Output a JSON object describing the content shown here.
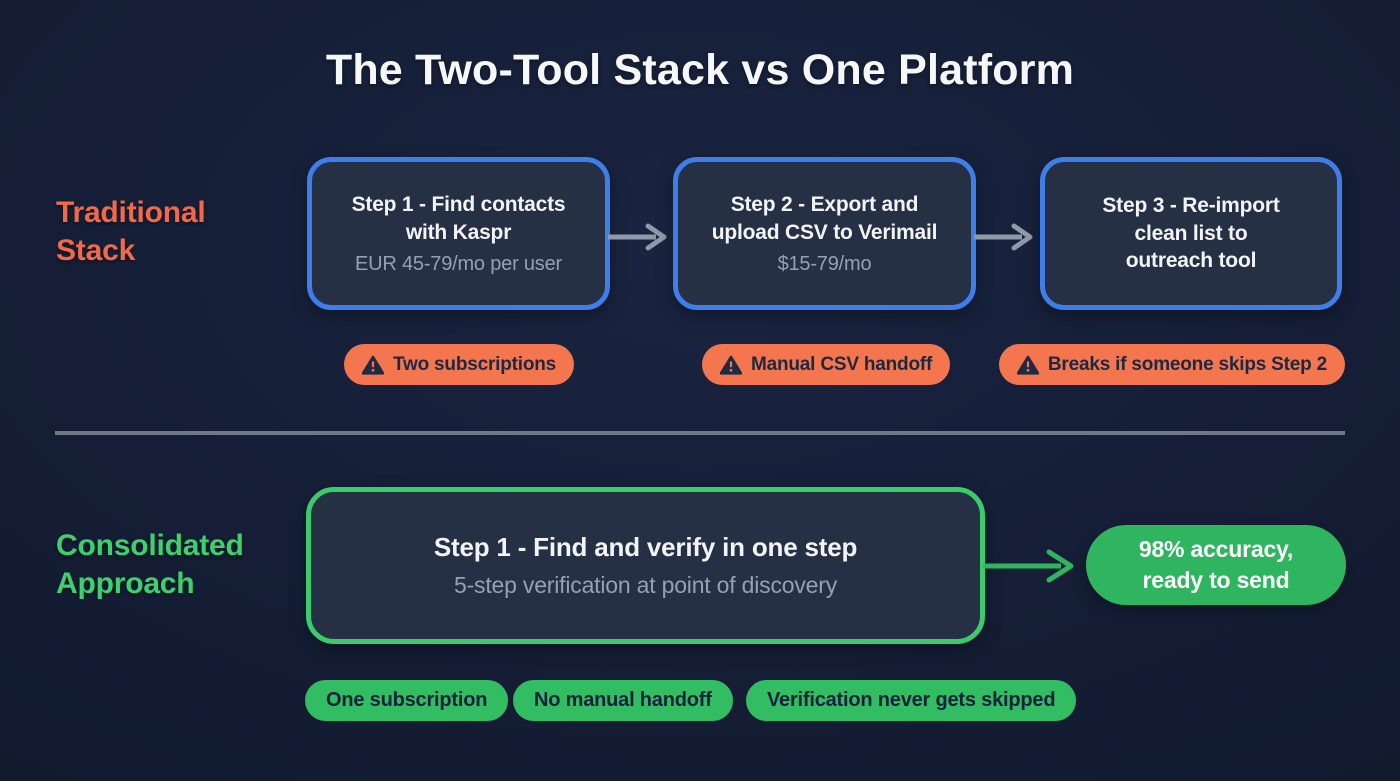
{
  "title": "The Two-Tool Stack vs One Platform",
  "colors": {
    "background": "#141d34",
    "panel_fill": "#253044",
    "blue_border": "#3f7de8",
    "orange_accent": "#f2694a",
    "orange_badge": "#f4764f",
    "green_accent": "#3dd16e",
    "green_border": "#3acb6b",
    "green_pill": "#2fb55f",
    "gray_arrow": "#8f99a9",
    "divider": "#6f7887",
    "subtext": "#95a0b3"
  },
  "icons": {
    "warning": "warning-triangle",
    "step_arrow": "arrow-right"
  },
  "traditional": {
    "label": "Traditional\nStack",
    "steps": [
      {
        "title": "Step 1 - Find contacts\nwith Kaspr",
        "subtitle": "EUR 45-79/mo per user"
      },
      {
        "title": "Step 2 - Export and\nupload CSV to Verimail",
        "subtitle": "$15-79/mo"
      },
      {
        "title": "Step 3 - Re-import\nclean list to\noutreach tool",
        "subtitle": ""
      }
    ],
    "badges": [
      {
        "label": "Two subscriptions"
      },
      {
        "label": "Manual CSV handoff"
      },
      {
        "label": "Breaks if someone skips Step 2"
      }
    ]
  },
  "consolidated": {
    "label": "Consolidated\nApproach",
    "step": {
      "title": "Step 1 - Find and verify in one step",
      "subtitle": "5-step verification at point of discovery"
    },
    "result": "98% accuracy,\nready to send",
    "benefits": [
      {
        "label": "One subscription"
      },
      {
        "label": "No manual handoff"
      },
      {
        "label": "Verification never gets skipped"
      }
    ]
  }
}
